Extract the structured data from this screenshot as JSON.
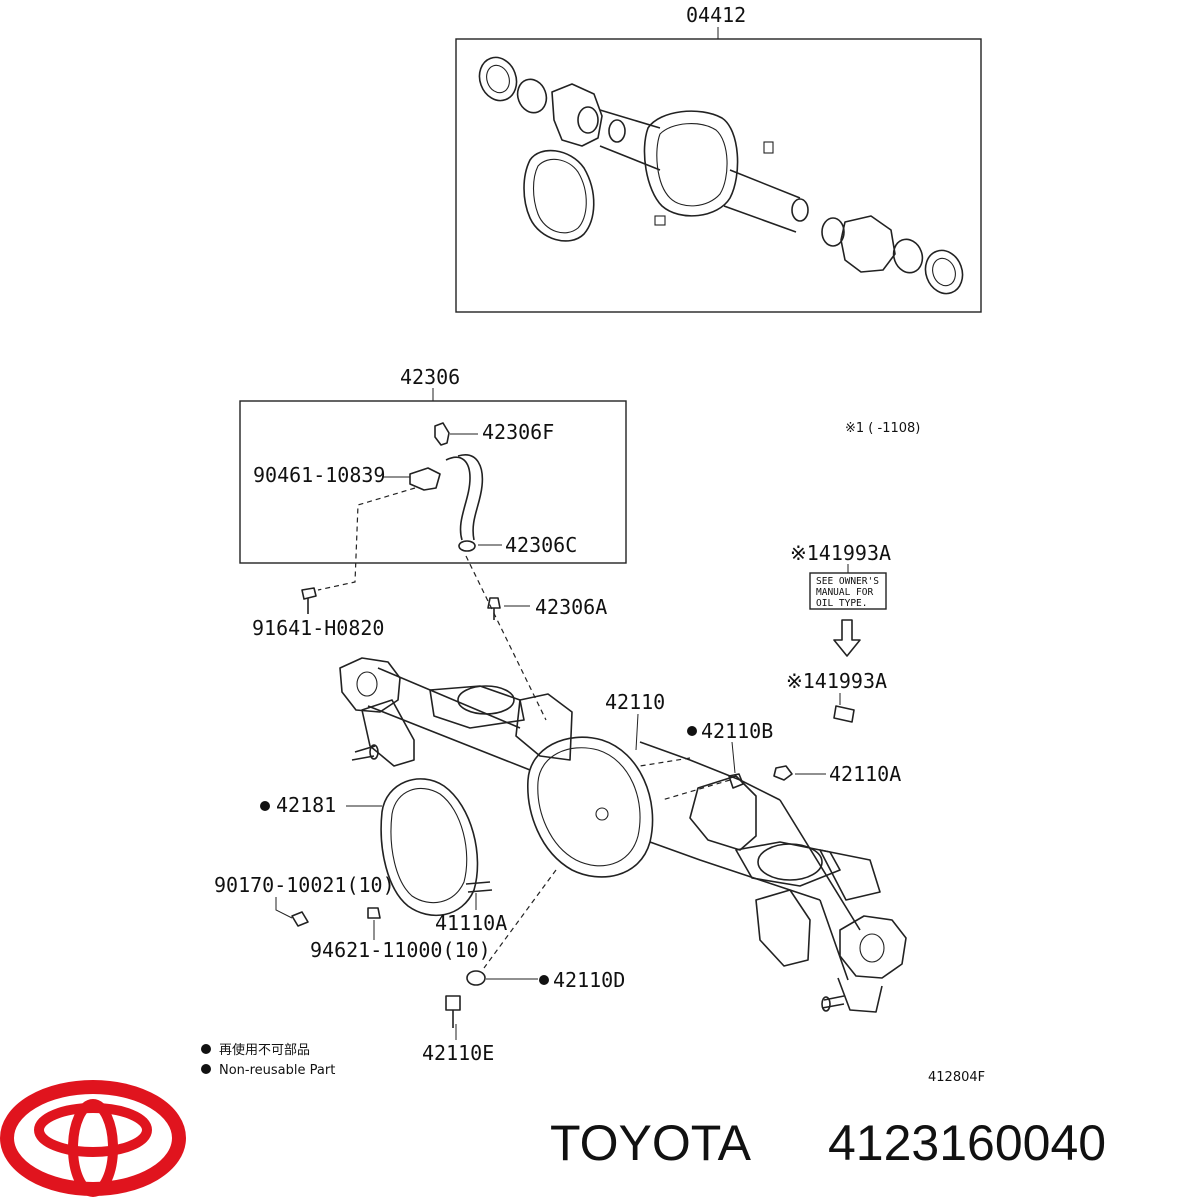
{
  "callouts": {
    "kit_04412": "04412",
    "kit_42306": "42306",
    "p42306F": "42306F",
    "p90461": "90461-10839",
    "p42306C": "42306C",
    "p91641": "91641-H0820",
    "p42306A": "42306A",
    "note_range": "※1 (      -1108)",
    "p41993A_label": "※141993A",
    "p41993A_body": "※141993A",
    "p42110": "42110",
    "p42110B": "42110B",
    "p42110A": "42110A",
    "p42181": "42181",
    "p90170": "90170-10021(10)",
    "p41110A": "41110A",
    "p94621": "94621-11000(10)",
    "p42110D": "42110D",
    "p42110E": "42110E"
  },
  "oil_label_lines": [
    "SEE OWNER'S",
    "MANUAL FOR",
    "OIL TYPE."
  ],
  "legend": {
    "jp": "再使用不可部品",
    "en": "Non-reusable Part"
  },
  "diagram_id": "412804F",
  "brand": {
    "name": "TOYOTA",
    "part_number": "4123160040",
    "logo_color": "#e0141e"
  }
}
